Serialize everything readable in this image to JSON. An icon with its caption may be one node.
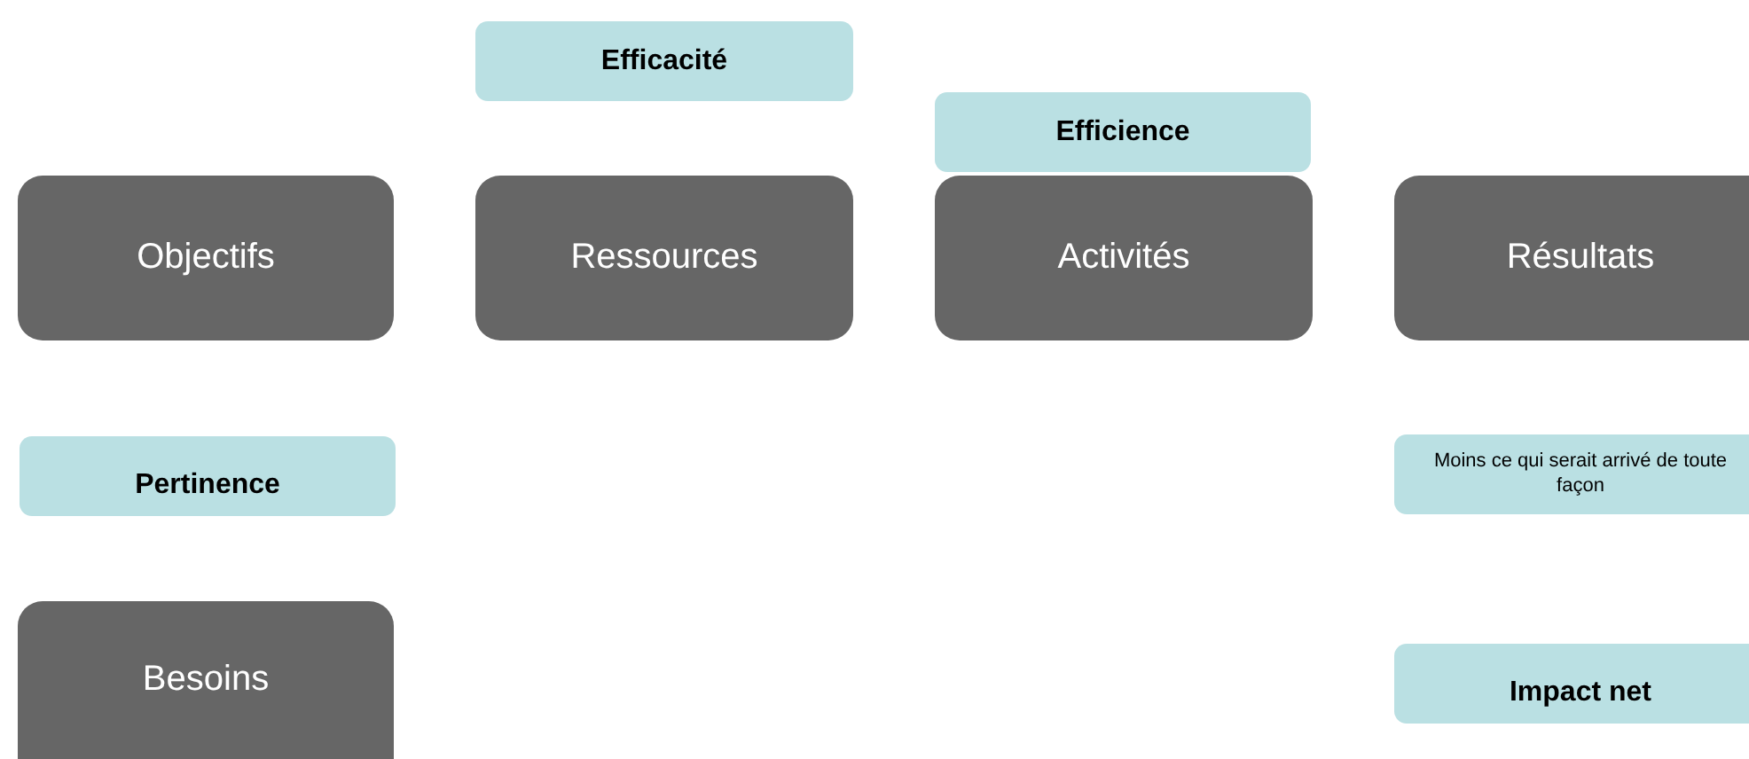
{
  "diagram": {
    "nodes": [
      {
        "text": [
          "Efficacité"
        ]
      },
      {
        "text": [
          "Efficience"
        ]
      },
      {
        "text": [
          "Objectifs"
        ]
      },
      {
        "text": [
          "Ressources"
        ]
      },
      {
        "text": [
          "Activités"
        ]
      },
      {
        "text": [
          "Résultats"
        ]
      },
      {
        "text": [
          "Pertinence"
        ]
      },
      {
        "text": [
          "Moins ce qui serait arrivé de toute façon"
        ]
      },
      {
        "text": [
          "Besoins"
        ]
      },
      {
        "text": [
          "Impact net"
        ]
      }
    ]
  }
}
